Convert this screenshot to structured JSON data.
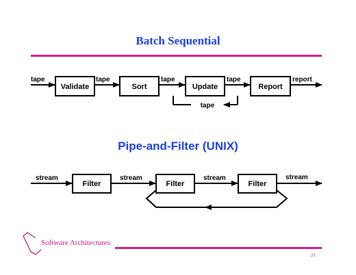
{
  "batch": {
    "title": "Batch Sequential",
    "flows": [
      "tape",
      "tape",
      "tape",
      "tape",
      "report"
    ],
    "boxes": [
      "Validate",
      "Sort",
      "Update",
      "Report"
    ],
    "loop_label": "tape"
  },
  "pipe": {
    "title": "Pipe-and-Filter (UNIX)",
    "flows": [
      "stream",
      "stream",
      "stream",
      "stream"
    ],
    "boxes": [
      "Filter",
      "Filter",
      "Filter"
    ]
  },
  "footer": {
    "text": "Software Architectures",
    "page": "21"
  },
  "colors": {
    "title": "#1a3fe0",
    "rule": "#d81b8c",
    "footer": "#c2187a"
  }
}
